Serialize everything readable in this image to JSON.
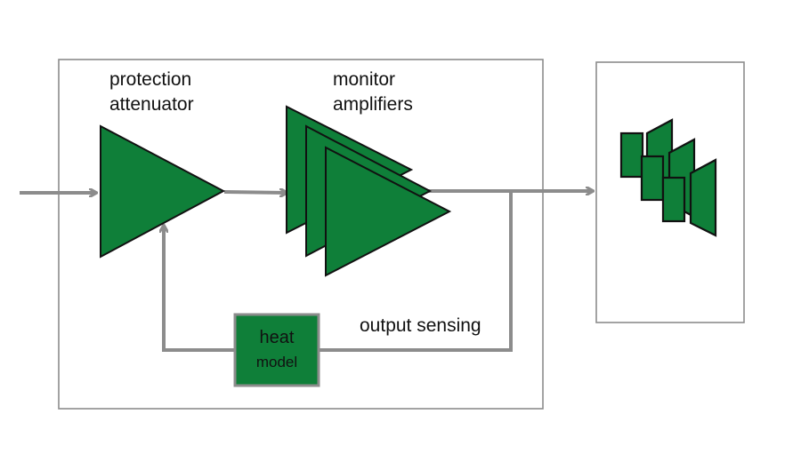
{
  "labels": {
    "protection_line1": "protection",
    "protection_line2": "attenuator",
    "monitor_line1": "monitor",
    "monitor_line2": "amplifiers",
    "output_sensing": "output sensing",
    "heat_line1": "heat",
    "heat_line2": "model"
  },
  "colors": {
    "fill_green": "#0f7f39",
    "outline": "#111111",
    "arrow_gray": "#8c8c8c",
    "box_border": "#8c8c8c"
  },
  "icons": {
    "speaker_array": "speaker-array-icon"
  }
}
